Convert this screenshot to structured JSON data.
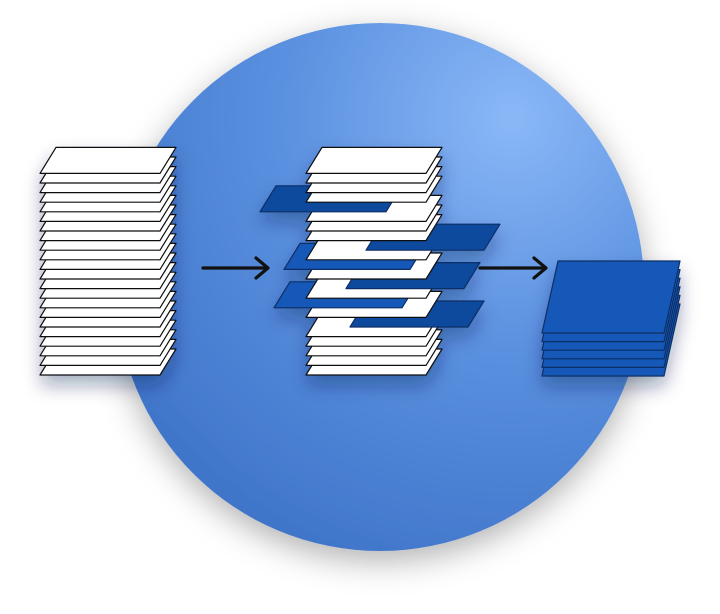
{
  "diagram": {
    "stages": [
      {
        "name": "unsorted-stack",
        "sheet_count": 22,
        "highlighted_count": 0
      },
      {
        "name": "selection-stack",
        "sheet_count": 22,
        "highlighted_count": 6
      },
      {
        "name": "selected-stack",
        "sheet_count": 6,
        "highlighted_count": 6
      }
    ],
    "arrows": 2
  },
  "colors": {
    "circle_light": "#8ab8f7",
    "circle_mid": "#5b91e0",
    "circle_dark": "#3d72c7",
    "sheet_fill": "#ffffff",
    "sheet_stroke": "#111111",
    "highlight_fill": "#1659b8",
    "highlight_dark": "#0f4a9c",
    "arrow": "#111111"
  },
  "icons": {
    "arrow": "arrow-right-icon",
    "sheet": "paper-sheet-icon"
  }
}
